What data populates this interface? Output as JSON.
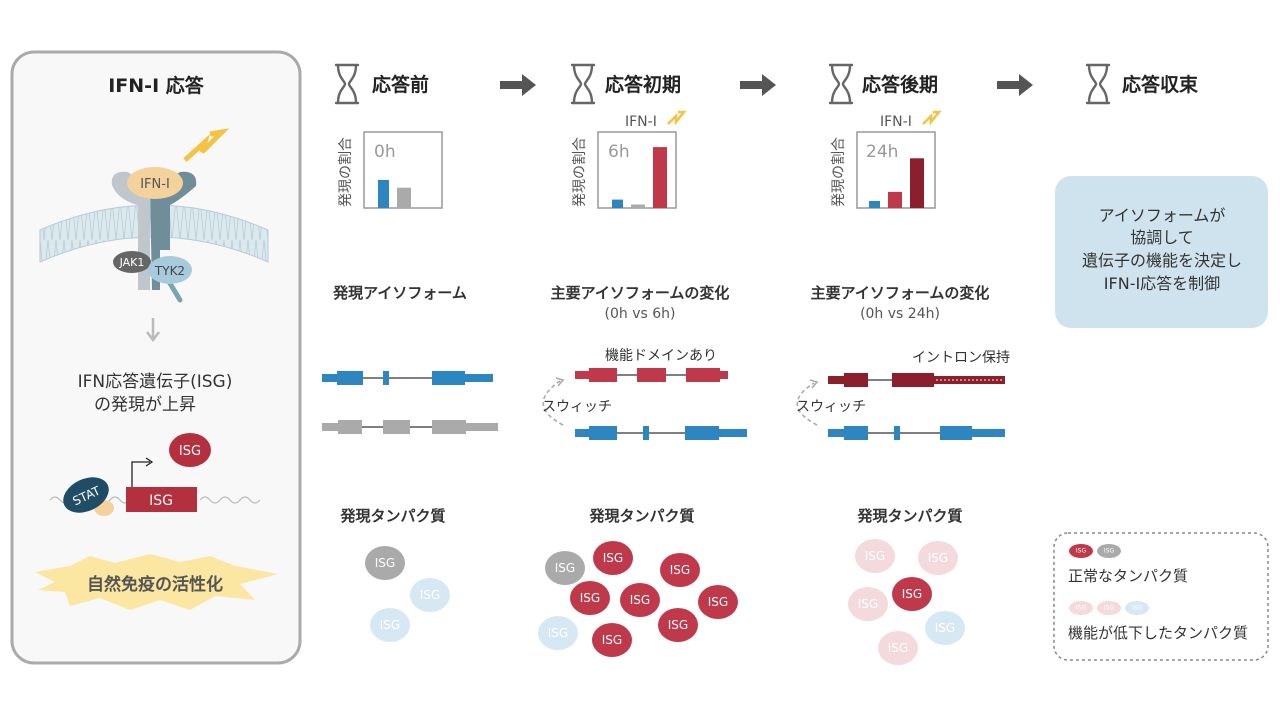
{
  "left_panel": {
    "title": "IFN-I 応答",
    "ligand": "IFN-I",
    "jak1": "JAK1",
    "tyk2": "TYK2",
    "isg_text_line1": "IFN応答遺伝子(ISG)",
    "isg_text_line2": "の発現が上昇",
    "stat": "STAT",
    "isg_gene": "ISG",
    "isg_protein": "ISG",
    "activation": "自然免疫の活性化"
  },
  "stages": [
    {
      "title": "応答前",
      "time": "0h",
      "ifn_label": "",
      "bars": [
        0.4,
        0.29
      ],
      "bar_colors": [
        "#2e86c1",
        "#aaaaaa"
      ],
      "section_title": "発現アイソフォーム",
      "section_sub": "",
      "protein_title": "発現タンパク質"
    },
    {
      "title": "応答初期",
      "time": "6h",
      "ifn_label": "IFN-I",
      "bars": [
        0.12,
        0.05,
        0.87
      ],
      "bar_colors": [
        "#2e86c1",
        "#aaaaaa",
        "#c0394b"
      ],
      "section_title": "主要アイソフォームの変化",
      "section_sub": "(0h vs 6h)",
      "protein_title": "発現タンパク質",
      "isoform_label": "機能ドメインあり",
      "switch_label": "スウィッチ"
    },
    {
      "title": "応答後期",
      "time": "24h",
      "ifn_label": "IFN-I",
      "bars": [
        0.1,
        0.23,
        0.71
      ],
      "bar_colors": [
        "#2e86c1",
        "#c0394b",
        "#8b1f2b"
      ],
      "section_title": "主要アイソフォームの変化",
      "section_sub": "(0h vs 24h)",
      "protein_title": "発現タンパク質",
      "isoform_label": "イントロン保持",
      "switch_label": "スウィッチ"
    },
    {
      "title": "応答収束"
    }
  ],
  "ylabel": "発現の割合",
  "protein_label": "ISG",
  "conclusion": [
    "アイソフォームが",
    "協調して",
    "遺伝子の機能を決定し",
    "IFN-I応答を制御"
  ],
  "legend": {
    "normal": "正常なタンパク質",
    "reduced": "機能が低下したタンパク質"
  },
  "colors": {
    "blue": "#2e86c1",
    "gray": "#aaaaaa",
    "red": "#c0394b",
    "darkred": "#8b1f2b",
    "light_blue": "#d6e8f4",
    "light_pink": "#f4d9dd",
    "accent_yellow": "#f5c242"
  }
}
